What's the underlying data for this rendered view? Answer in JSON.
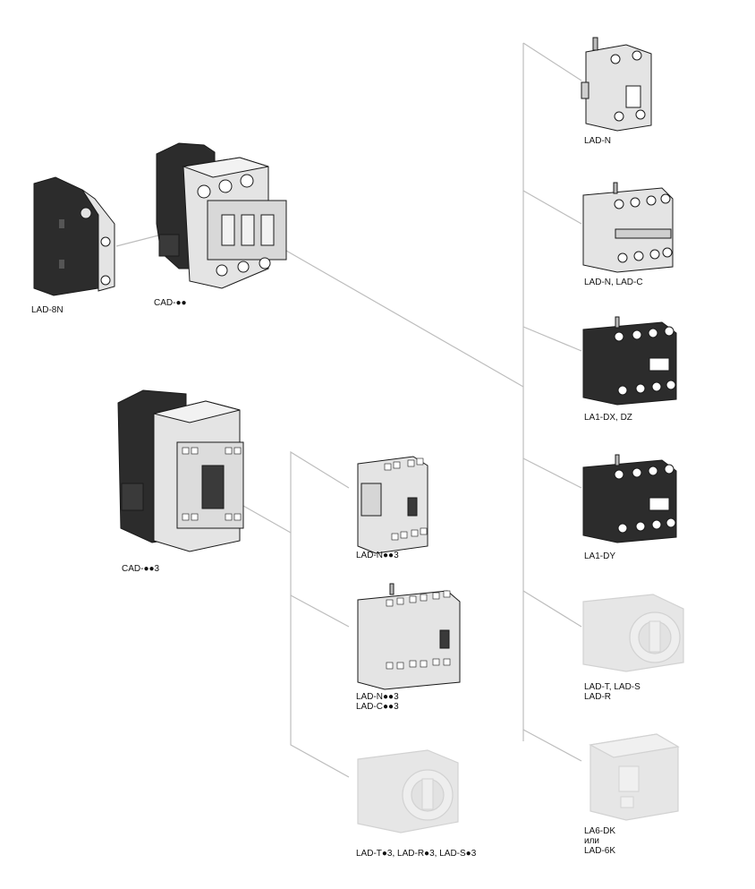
{
  "colors": {
    "connector": "#bdbdbd",
    "body_light": "#e4e4e4",
    "body_dark": "#2c2c2c",
    "body_mid": "#8a8a8a",
    "ghost": "#d2d2d2",
    "outline": "#1a1a1a"
  },
  "products": {
    "lad_8n": {
      "label": "LAD-8N"
    },
    "cad": {
      "label": "CAD-●●"
    },
    "cad3": {
      "label": "CAD-●●3"
    },
    "lad_n": {
      "label": "LAD-N"
    },
    "lad_n_c": {
      "label": "LAD-N, LAD-C"
    },
    "la1_dx": {
      "label": "LA1-DX, DZ"
    },
    "la1_dy": {
      "label": "LA1-DY"
    },
    "lad_t": {
      "lines": [
        "LAD-T, LAD-S",
        "LAD-R"
      ]
    },
    "la6_dk": {
      "lines": [
        "LA6-DK",
        "или",
        "LAD-6K"
      ]
    },
    "lad_n3": {
      "label": "LAD-N●●3"
    },
    "lad_nc3": {
      "lines": [
        "LAD-N●●3",
        "LAD-C●●3"
      ]
    },
    "lad_t3": {
      "label": "LAD-T●3, LAD-R●3, LAD-S●3"
    }
  }
}
